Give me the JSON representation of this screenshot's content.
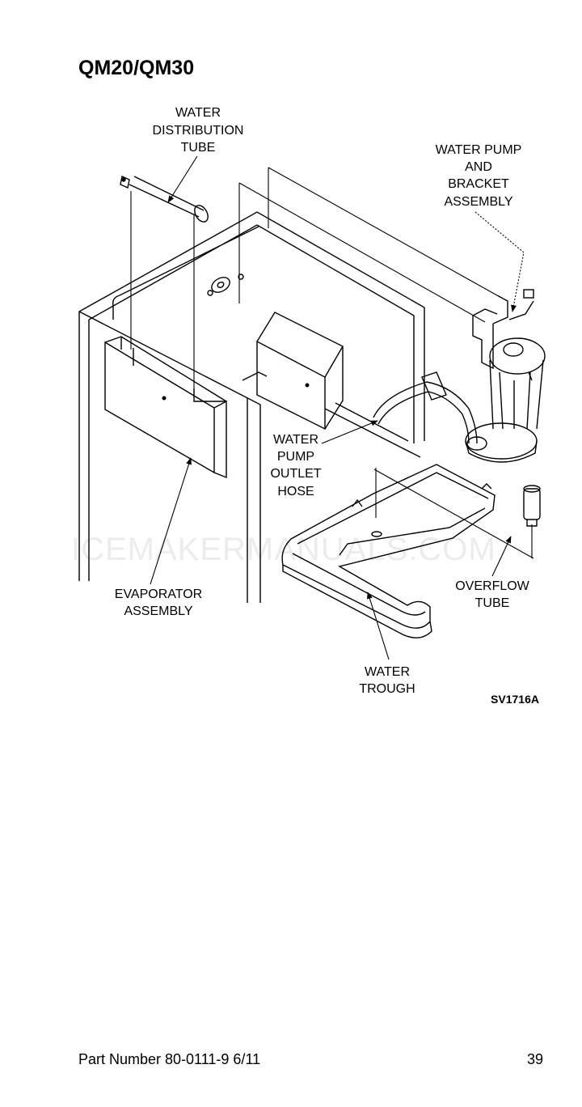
{
  "page": {
    "title": "QM20/QM30",
    "figure_code": "SV1716A",
    "watermark": "ICEMAKERMANUALS.COM",
    "footer_part_number": "Part Number 80-0111-9 6/11",
    "footer_page_number": "39"
  },
  "callouts": {
    "distribution_tube": [
      "WATER",
      "DISTRIBUTION",
      "TUBE"
    ],
    "pump_bracket": [
      "WATER PUMP",
      "AND",
      "BRACKET",
      "ASSEMBLY"
    ],
    "outlet_hose": [
      "WATER",
      "PUMP",
      "OUTLET",
      "HOSE"
    ],
    "evaporator": [
      "EVAPORATOR",
      "ASSEMBLY"
    ],
    "overflow_tube": [
      "OVERFLOW",
      "TUBE"
    ],
    "water_trough": [
      "WATER",
      "TROUGH"
    ]
  }
}
